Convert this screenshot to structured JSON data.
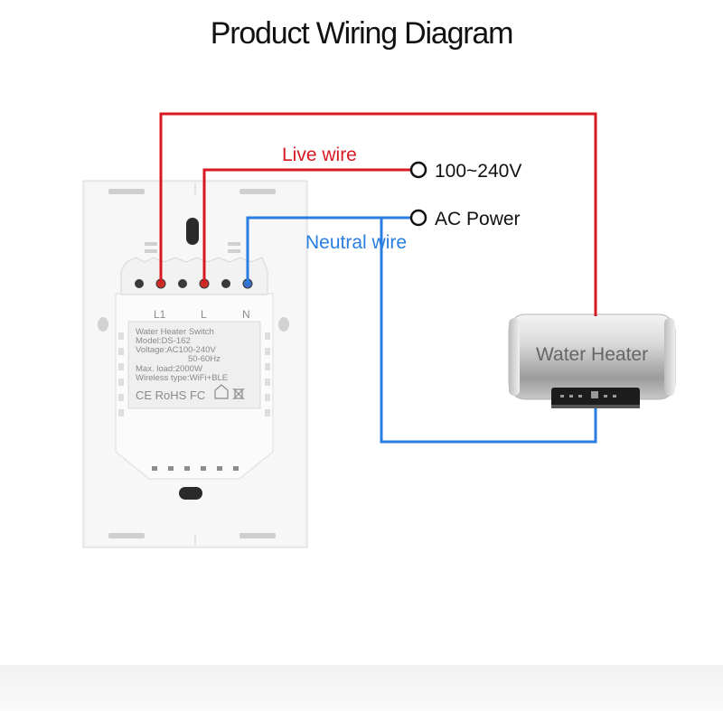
{
  "title": "Product Wiring Diagram",
  "labels": {
    "live_wire": "Live wire",
    "neutral_wire": "Neutral wire",
    "voltage": "100~240V",
    "ac_power": "AC Power"
  },
  "switch": {
    "terminal_l1": "L1",
    "terminal_l": "L",
    "terminal_n": "N",
    "spec_lines": [
      "Water Heater Switch",
      "Model:DS-162",
      "Voltage:AC100-240V",
      "50-60Hz",
      "Max. load:2000W",
      "Wireless type:WiFi+BLE"
    ],
    "cert_marks": "CE RoHS FC"
  },
  "heater": {
    "label": "Water Heater"
  },
  "colors": {
    "live": "#d71a21",
    "neutral": "#2a7de1",
    "text": "#111111"
  }
}
